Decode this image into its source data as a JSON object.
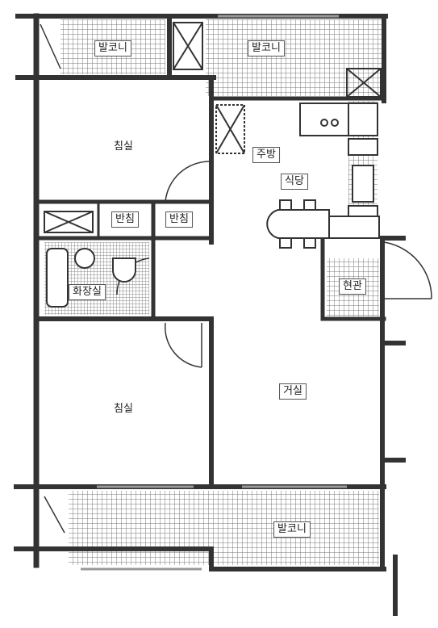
{
  "rooms": {
    "balcony_top_left": "발코니",
    "balcony_top_right": "발코니",
    "bedroom_top": "침실",
    "kitchen": "주방",
    "dining": "식당",
    "closet_left": "반침",
    "closet_right": "반침",
    "bathroom": "화장실",
    "entrance": "현관",
    "living": "거실",
    "bedroom_bottom": "침실",
    "balcony_bottom": "발코니"
  },
  "colors": {
    "wall": "#333333",
    "hatch": "#777777",
    "background": "#ffffff"
  }
}
